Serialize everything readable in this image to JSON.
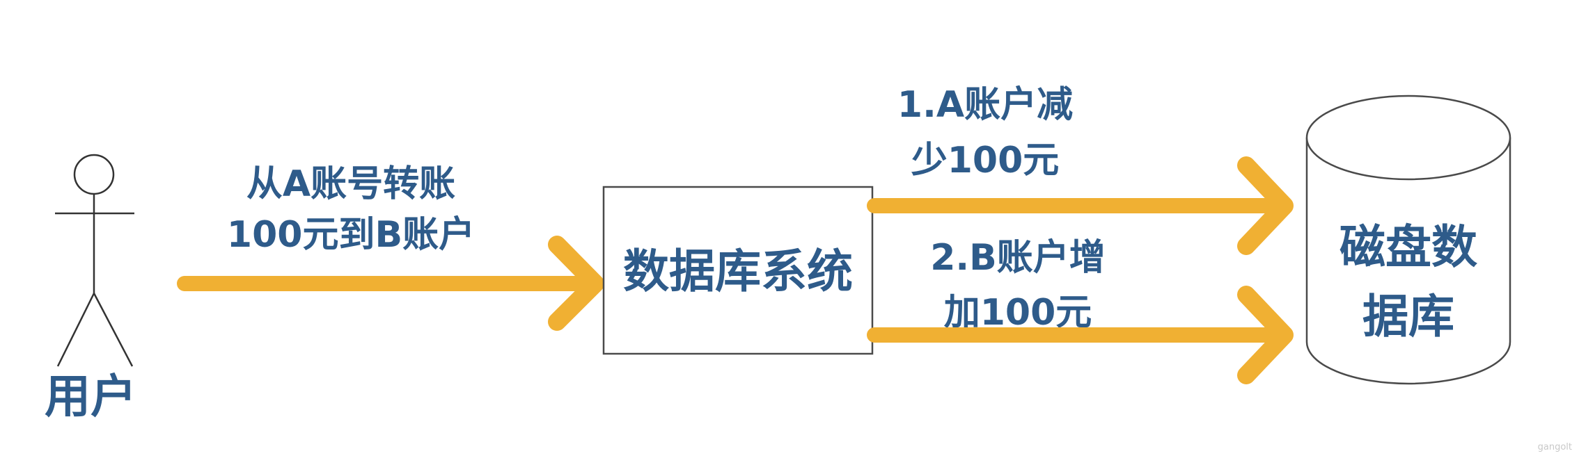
{
  "diagram": {
    "user": {
      "label": "用户"
    },
    "request": {
      "line1": "从A账号转账",
      "line2": "100元到B账户"
    },
    "system": {
      "label": "数据库系统"
    },
    "step1": {
      "line1": "1.A账户减",
      "line2": "少100元"
    },
    "step2": {
      "line1": "2.B账户增",
      "line2": "加100元"
    },
    "database": {
      "line1": "磁盘数",
      "line2": "据库"
    },
    "watermark": "gangolt"
  },
  "colors": {
    "arrow": "#f0b033",
    "text": "#2e5b8a",
    "outline": "#4a4a4a"
  }
}
